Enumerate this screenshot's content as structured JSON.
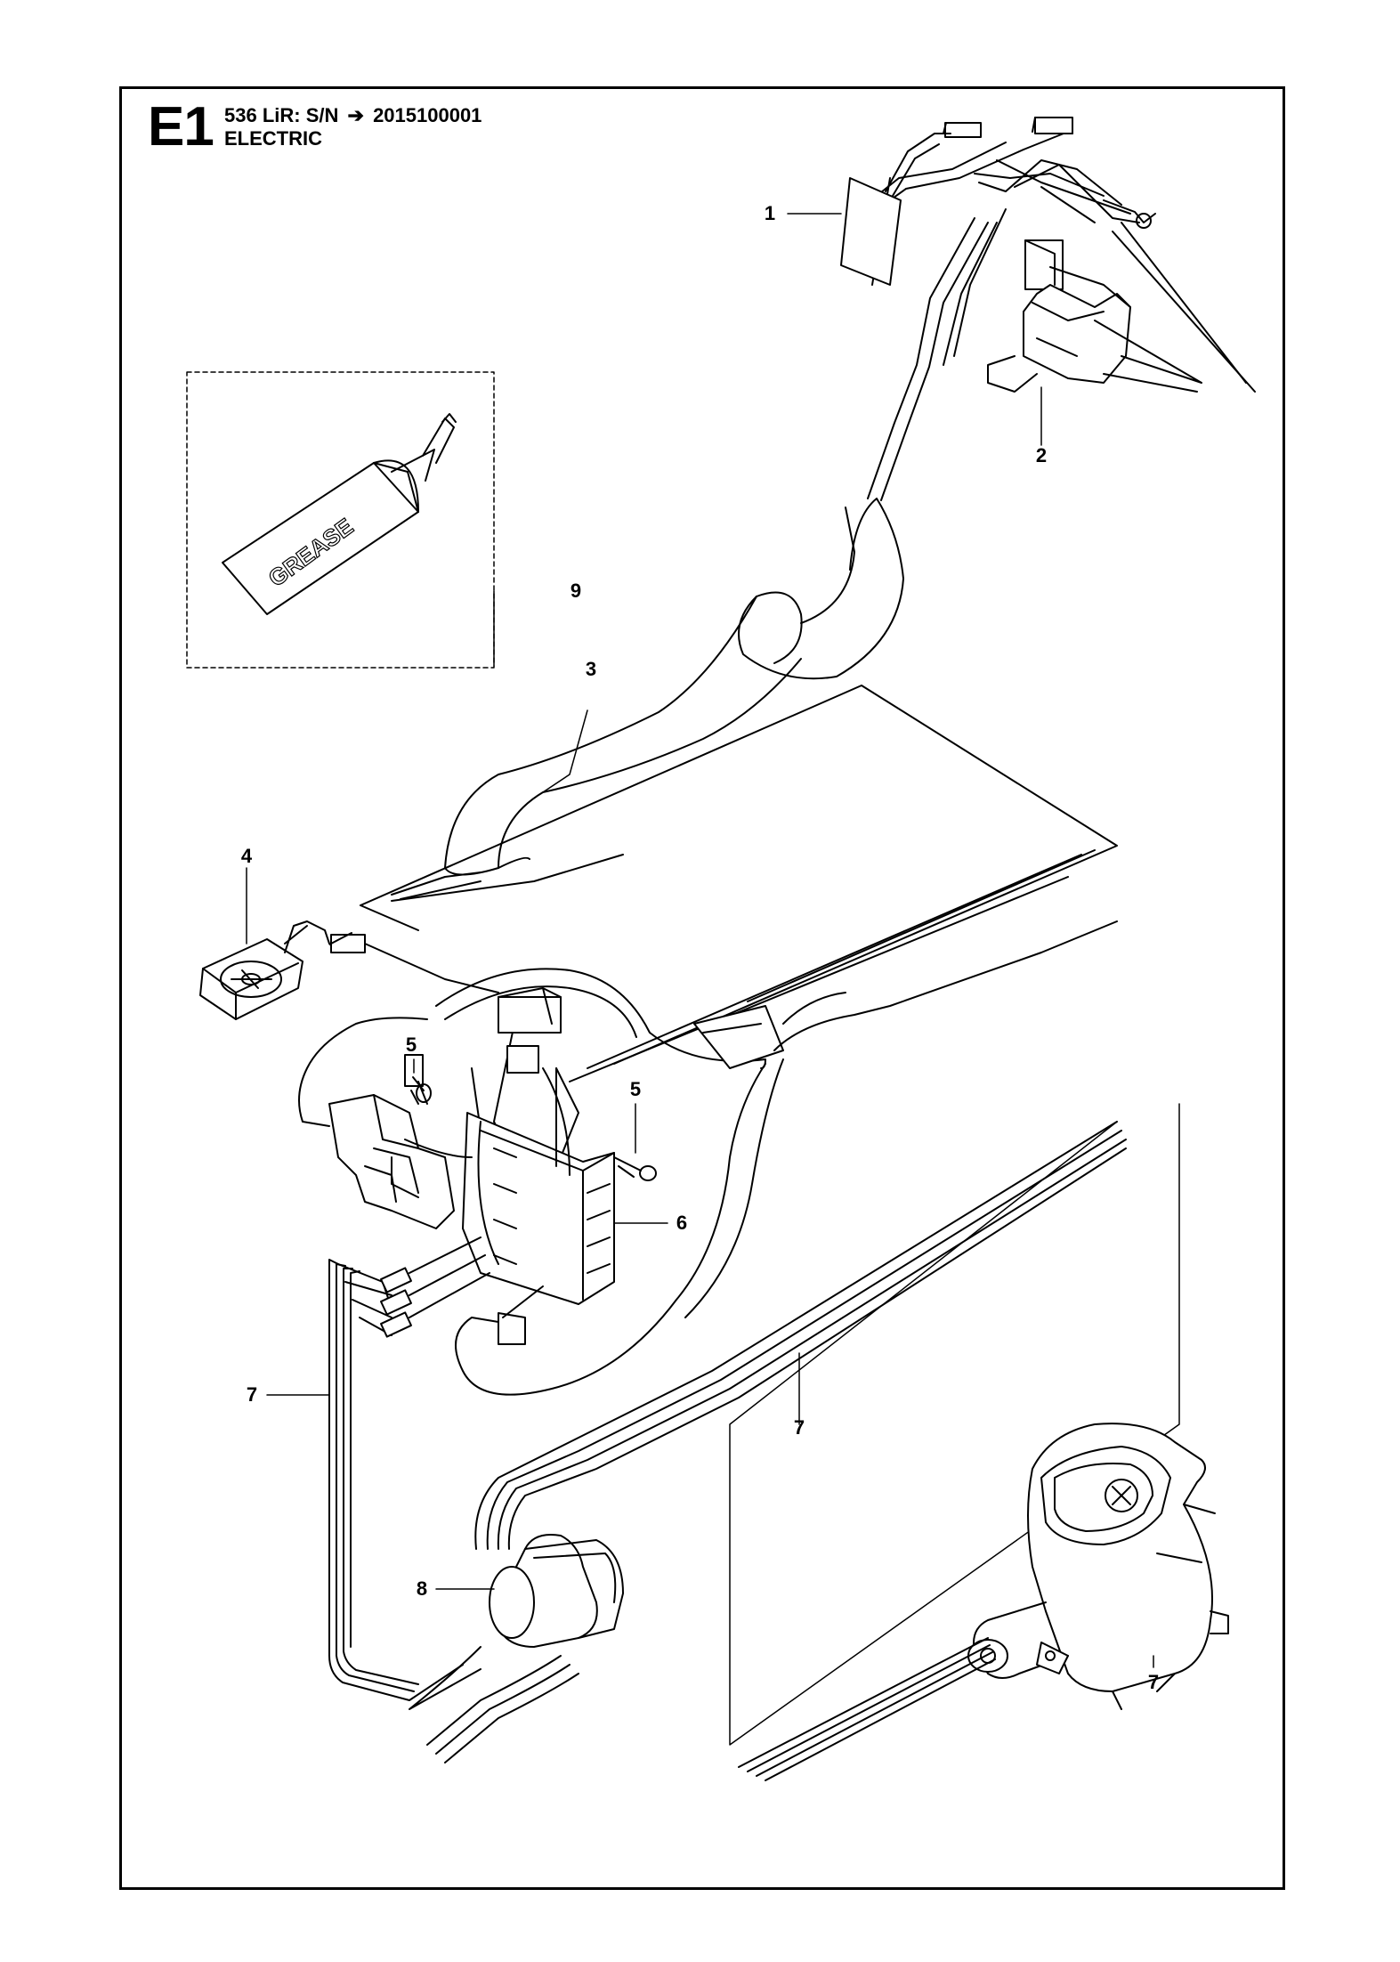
{
  "header": {
    "section_code": "E1",
    "model_line_prefix": "536 LiR: S/N",
    "arrow": "➔",
    "serial": "2015100001",
    "title": "ELECTRIC"
  },
  "grease_label": "GREASE",
  "callouts": [
    {
      "id": "c1",
      "label": "1"
    },
    {
      "id": "c2",
      "label": "2"
    },
    {
      "id": "c3",
      "label": "3"
    },
    {
      "id": "c4",
      "label": "4"
    },
    {
      "id": "c5a",
      "label": "5"
    },
    {
      "id": "c5b",
      "label": "5"
    },
    {
      "id": "c6",
      "label": "6"
    },
    {
      "id": "c7a",
      "label": "7"
    },
    {
      "id": "c7b",
      "label": "7"
    },
    {
      "id": "c7c",
      "label": "7"
    },
    {
      "id": "c8",
      "label": "8"
    },
    {
      "id": "c9",
      "label": "9"
    }
  ]
}
